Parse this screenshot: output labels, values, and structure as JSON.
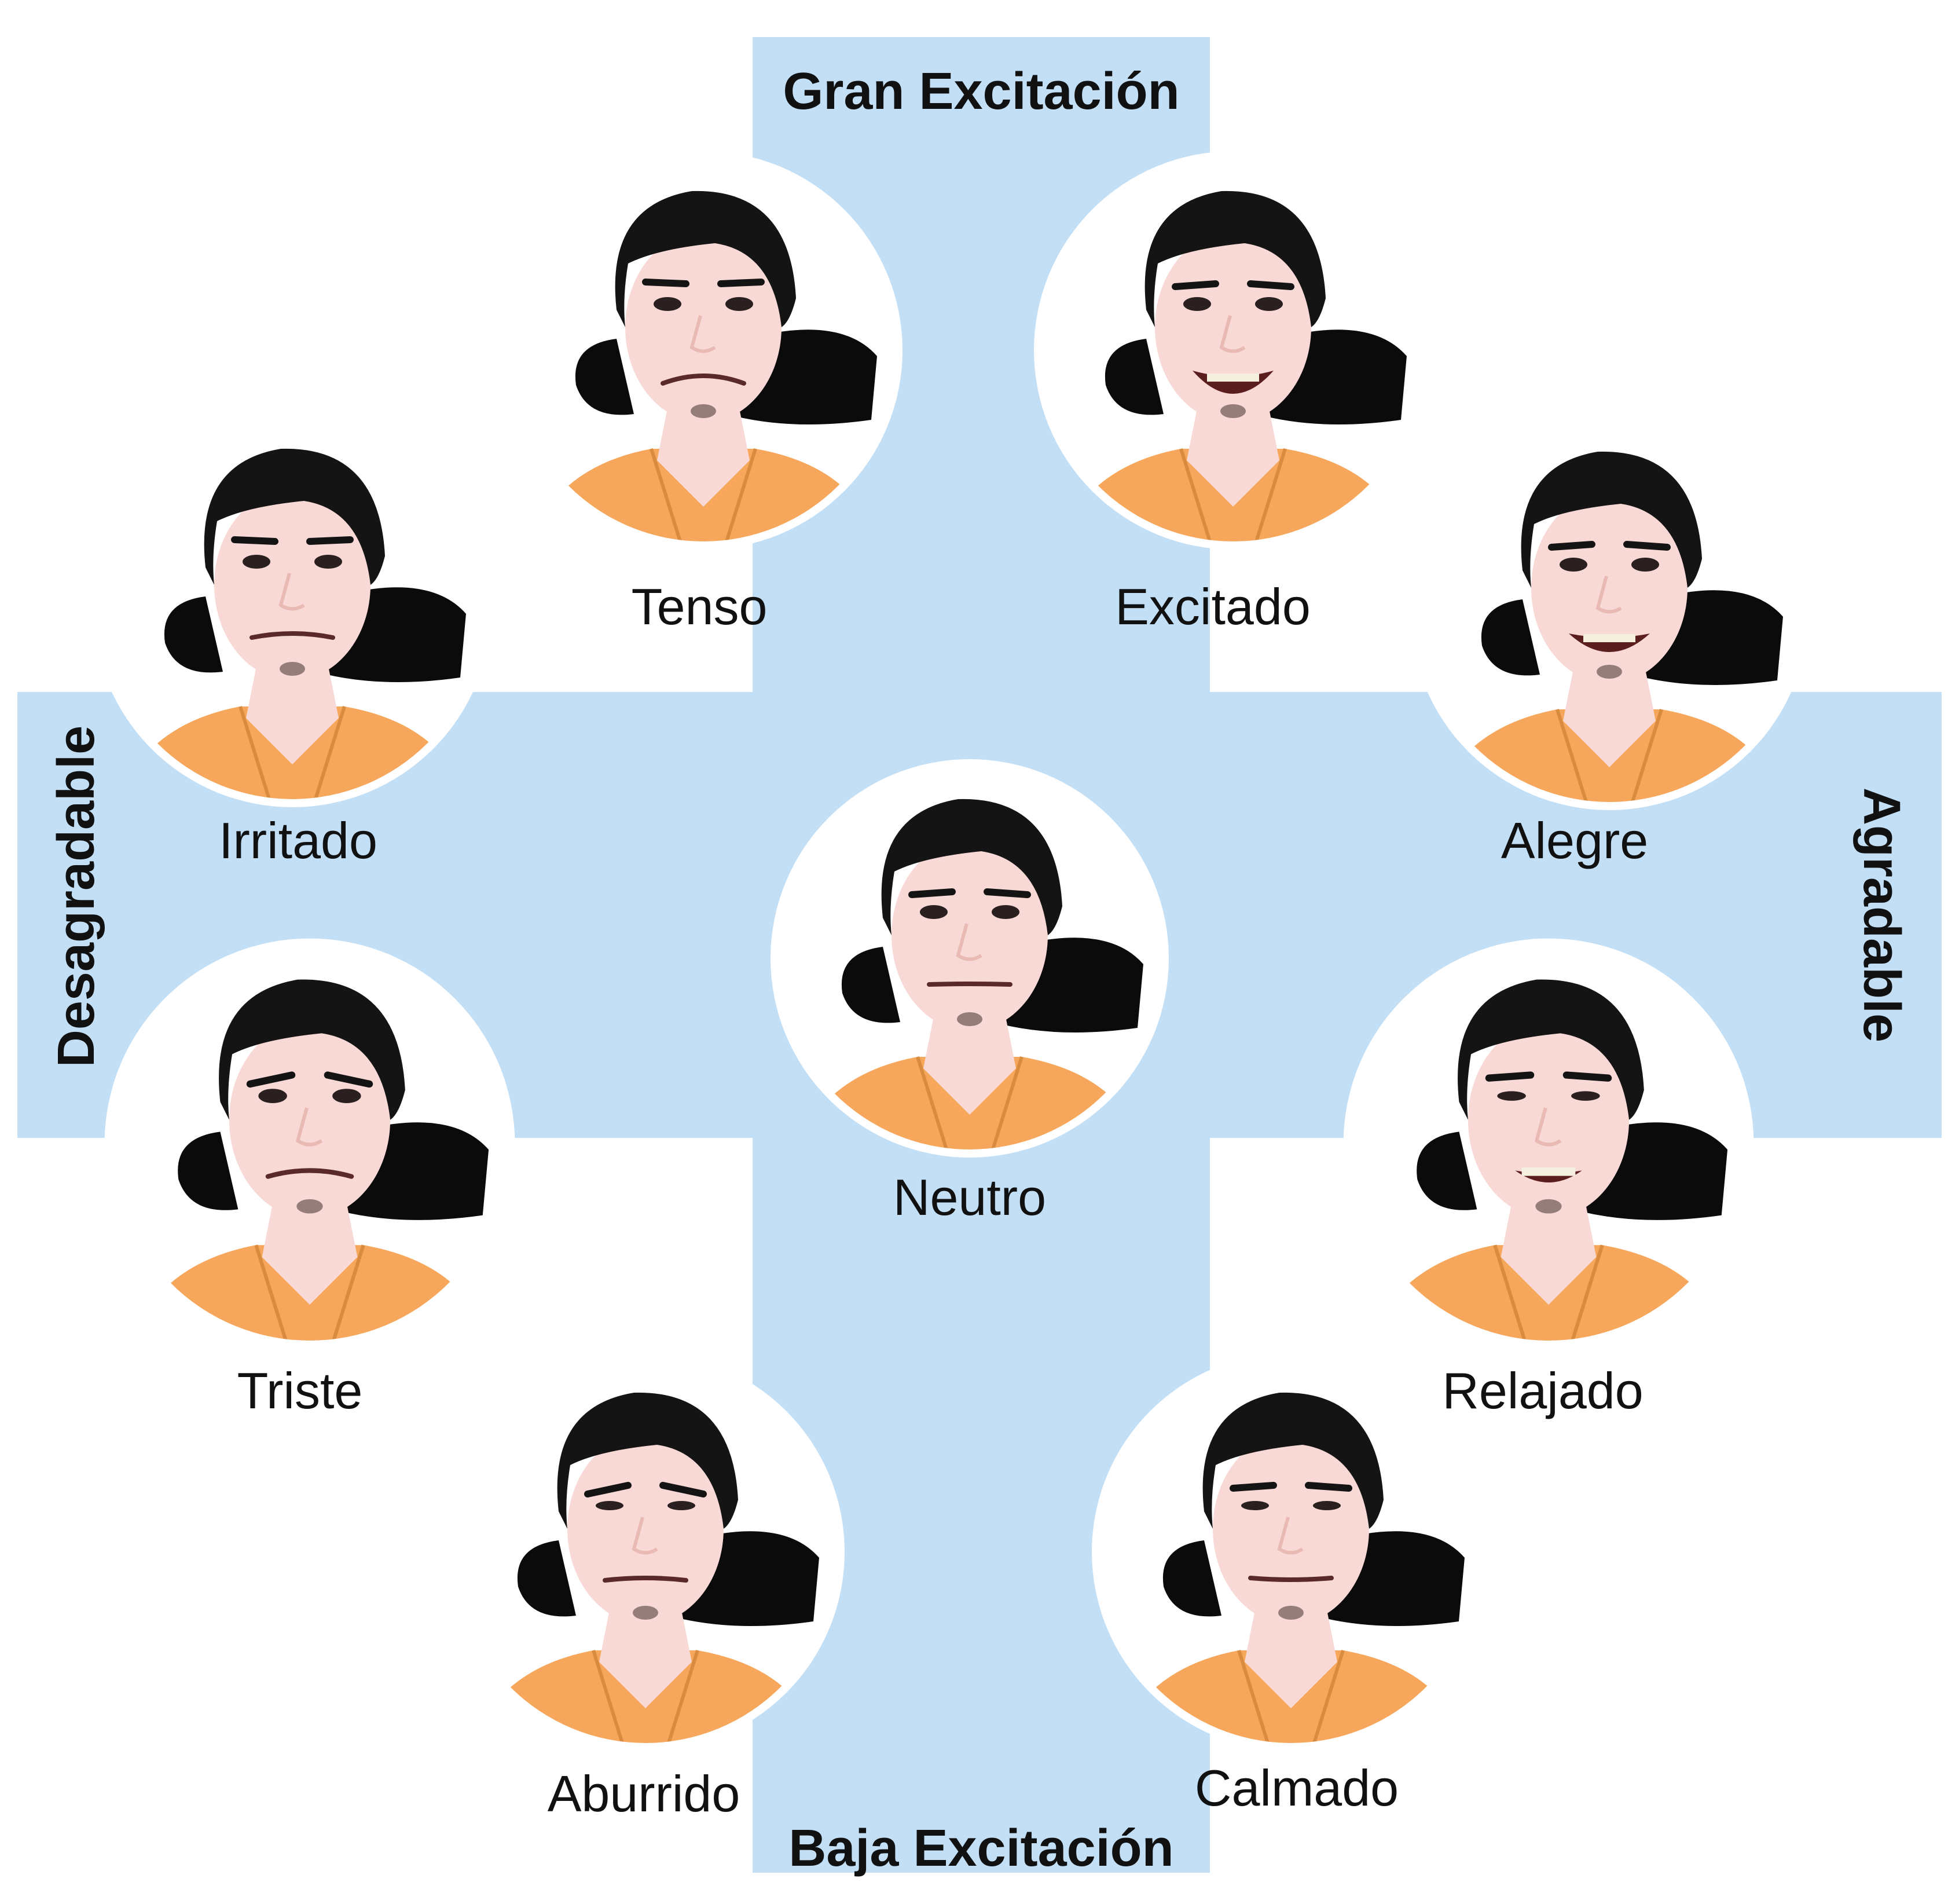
{
  "colors": {
    "cross_fill": "#c2dff6",
    "ring": "#ffffff",
    "background": "#ffffff",
    "text": "#111111",
    "skin": "#f9d9d6",
    "skin_shadow": "#e9b9b4",
    "hair": "#141414",
    "shirt": "#f6a75b",
    "shirt_dark": "#d98b3f",
    "chair": "#0b0b0b"
  },
  "axes": {
    "top": "Gran Excitación",
    "bottom": "Baja Excitación",
    "left": "Desagradable",
    "right": "Agradable"
  },
  "faces": [
    {
      "id": "tenso",
      "label": "Tenso",
      "expression": "tense"
    },
    {
      "id": "excitado",
      "label": "Excitado",
      "expression": "excited"
    },
    {
      "id": "irritado",
      "label": "Irritado",
      "expression": "irritated"
    },
    {
      "id": "alegre",
      "label": "Alegre",
      "expression": "happy"
    },
    {
      "id": "neutro",
      "label": "Neutro",
      "expression": "neutral"
    },
    {
      "id": "triste",
      "label": "Triste",
      "expression": "sad"
    },
    {
      "id": "relajado",
      "label": "Relajado",
      "expression": "relaxed"
    },
    {
      "id": "aburrido",
      "label": "Aburrido",
      "expression": "bored"
    },
    {
      "id": "calmado",
      "label": "Calmado",
      "expression": "calm"
    }
  ]
}
